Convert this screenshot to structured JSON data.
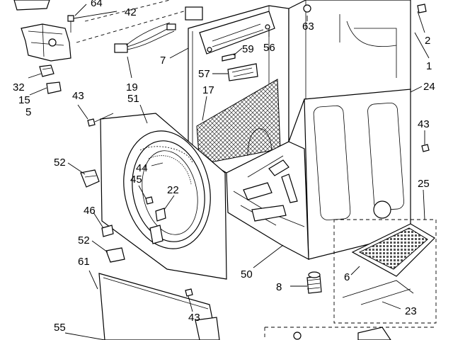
{
  "diagram": {
    "callouts": [
      {
        "id": "c64",
        "text": "64"
      },
      {
        "id": "c42",
        "text": "42"
      },
      {
        "id": "c63",
        "text": "63"
      },
      {
        "id": "c56",
        "text": "56"
      },
      {
        "id": "c59",
        "text": "59"
      },
      {
        "id": "c57",
        "text": "57"
      },
      {
        "id": "c17",
        "text": "17"
      },
      {
        "id": "c7",
        "text": "7"
      },
      {
        "id": "c19",
        "text": "19"
      },
      {
        "id": "c32",
        "text": "32"
      },
      {
        "id": "c15",
        "text": "15"
      },
      {
        "id": "c5",
        "text": "5"
      },
      {
        "id": "c43a",
        "text": "43"
      },
      {
        "id": "c51",
        "text": "51"
      },
      {
        "id": "c2",
        "text": "2"
      },
      {
        "id": "c1",
        "text": "1"
      },
      {
        "id": "c24",
        "text": "24"
      },
      {
        "id": "c43b",
        "text": "43"
      },
      {
        "id": "c52a",
        "text": "52"
      },
      {
        "id": "c44",
        "text": "44"
      },
      {
        "id": "c45",
        "text": "45"
      },
      {
        "id": "c22",
        "text": "22"
      },
      {
        "id": "c25",
        "text": "25"
      },
      {
        "id": "c46",
        "text": "46"
      },
      {
        "id": "c52b",
        "text": "52"
      },
      {
        "id": "c61",
        "text": "61"
      },
      {
        "id": "c50",
        "text": "50"
      },
      {
        "id": "c8",
        "text": "8"
      },
      {
        "id": "c6",
        "text": "6"
      },
      {
        "id": "c23",
        "text": "23"
      },
      {
        "id": "c43c",
        "text": "43"
      },
      {
        "id": "c55",
        "text": "55"
      }
    ]
  }
}
